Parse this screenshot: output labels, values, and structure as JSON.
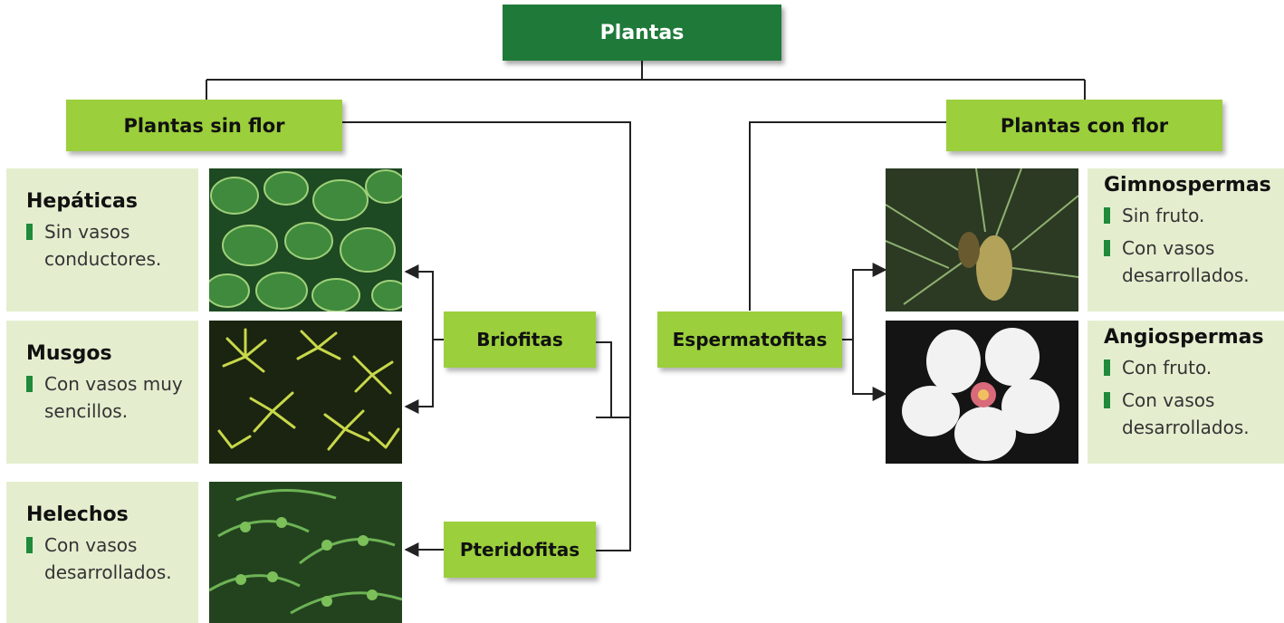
{
  "root": {
    "label": "Plantas"
  },
  "groups": {
    "sin_flor": {
      "label": "Plantas sin flor"
    },
    "con_flor": {
      "label": "Plantas con flor"
    }
  },
  "subgroups": {
    "briofitas": {
      "label": "Briofitas"
    },
    "pteridofitas": {
      "label": "Pteridofitas"
    },
    "espermatofitas": {
      "label": "Espermatofitas"
    }
  },
  "cards": {
    "hepaticas": {
      "title": "Hepáticas",
      "items": [
        "Sin vasos conductores."
      ]
    },
    "musgos": {
      "title": "Musgos",
      "items": [
        "Con vasos muy sencillos."
      ]
    },
    "helechos": {
      "title": "Helechos",
      "items": [
        "Con vasos desarrollados."
      ]
    },
    "gimnospermas": {
      "title": "Gimnospermas",
      "items": [
        "Sin fruto.",
        "Con vasos desarrollados."
      ]
    },
    "angiospermas": {
      "title": "Angiospermas",
      "items": [
        "Con fruto.",
        "Con vasos desarrollados."
      ]
    }
  },
  "colors": {
    "root": "#1f7a3a",
    "category": "#9bcf3c",
    "card": "#e4eecf",
    "bullet": "#1f8a3a"
  }
}
